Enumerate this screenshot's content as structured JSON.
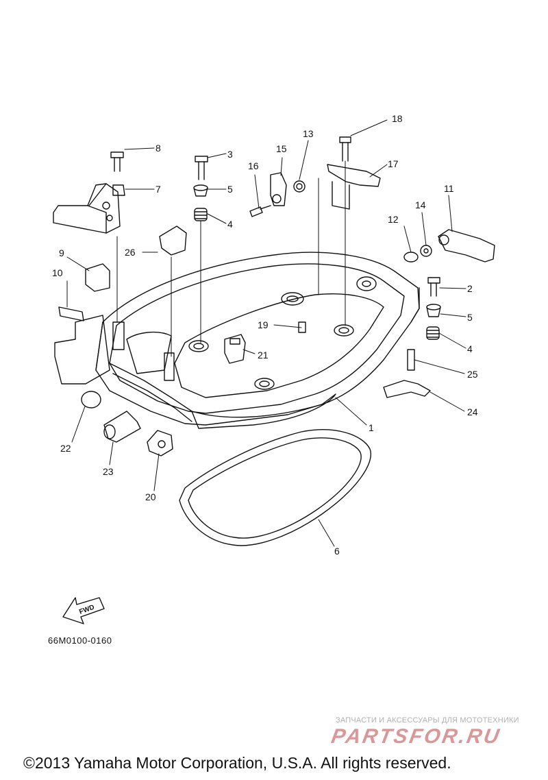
{
  "diagram_code": "66M0100-0160",
  "copyright": "©2013 Yamaha Motor Corporation, U.S.A. All rights reserved.",
  "watermark": {
    "tagline": "ЗАПЧАСТИ И АКСЕССУАРЫ ДЛЯ МОТОТЕХНИКИ",
    "logo": "PARTSFOR.RU"
  },
  "fwd_label": "FWD",
  "callouts": {
    "c1": "1",
    "c2": "2",
    "c3": "3",
    "c4a": "4",
    "c4b": "4",
    "c5a": "5",
    "c5b": "5",
    "c6": "6",
    "c7": "7",
    "c8": "8",
    "c9": "9",
    "c10": "10",
    "c11": "11",
    "c12": "12",
    "c13": "13",
    "c14": "14",
    "c15": "15",
    "c16": "16",
    "c17": "17",
    "c18": "18",
    "c19": "19",
    "c20": "20",
    "c21": "21",
    "c22": "22",
    "c23": "23",
    "c24": "24",
    "c25": "25",
    "c26": "26"
  }
}
